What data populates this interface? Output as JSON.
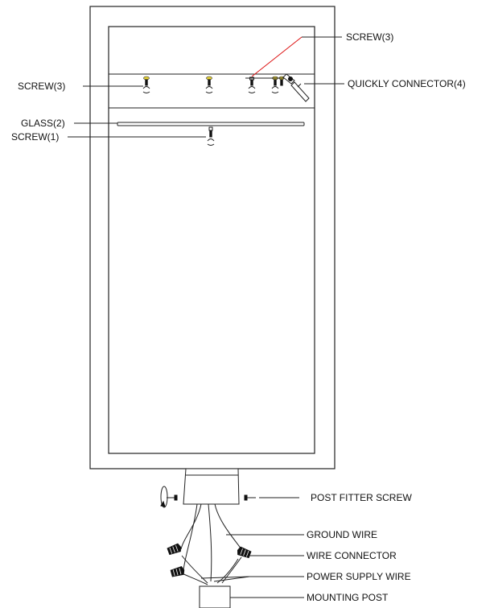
{
  "labels": {
    "screw_top_right": "SCREW(3)",
    "screw_left": "SCREW(3)",
    "quick_connector": "QUICKLY CONNECTOR(4)",
    "glass": "GLASS(2)",
    "screw_center": "SCREW(1)",
    "post_fitter_screw": "POST FITTER SCREW",
    "ground_wire": "GROUND WIRE",
    "wire_connector": "WIRE CONNECTOR",
    "power_supply_wire": "POWER SUPPLY WIRE",
    "mounting_post": "MOUNTING POST"
  },
  "colors": {
    "outline": "#222222",
    "leader_highlight": "#dd1111",
    "screw_head": "#e6d23a",
    "background": "#ffffff"
  },
  "icons": {
    "screw": "screw-icon",
    "wire_connector": "wire-nut-icon",
    "rotation_arrow": "rotate-arrow-icon"
  }
}
